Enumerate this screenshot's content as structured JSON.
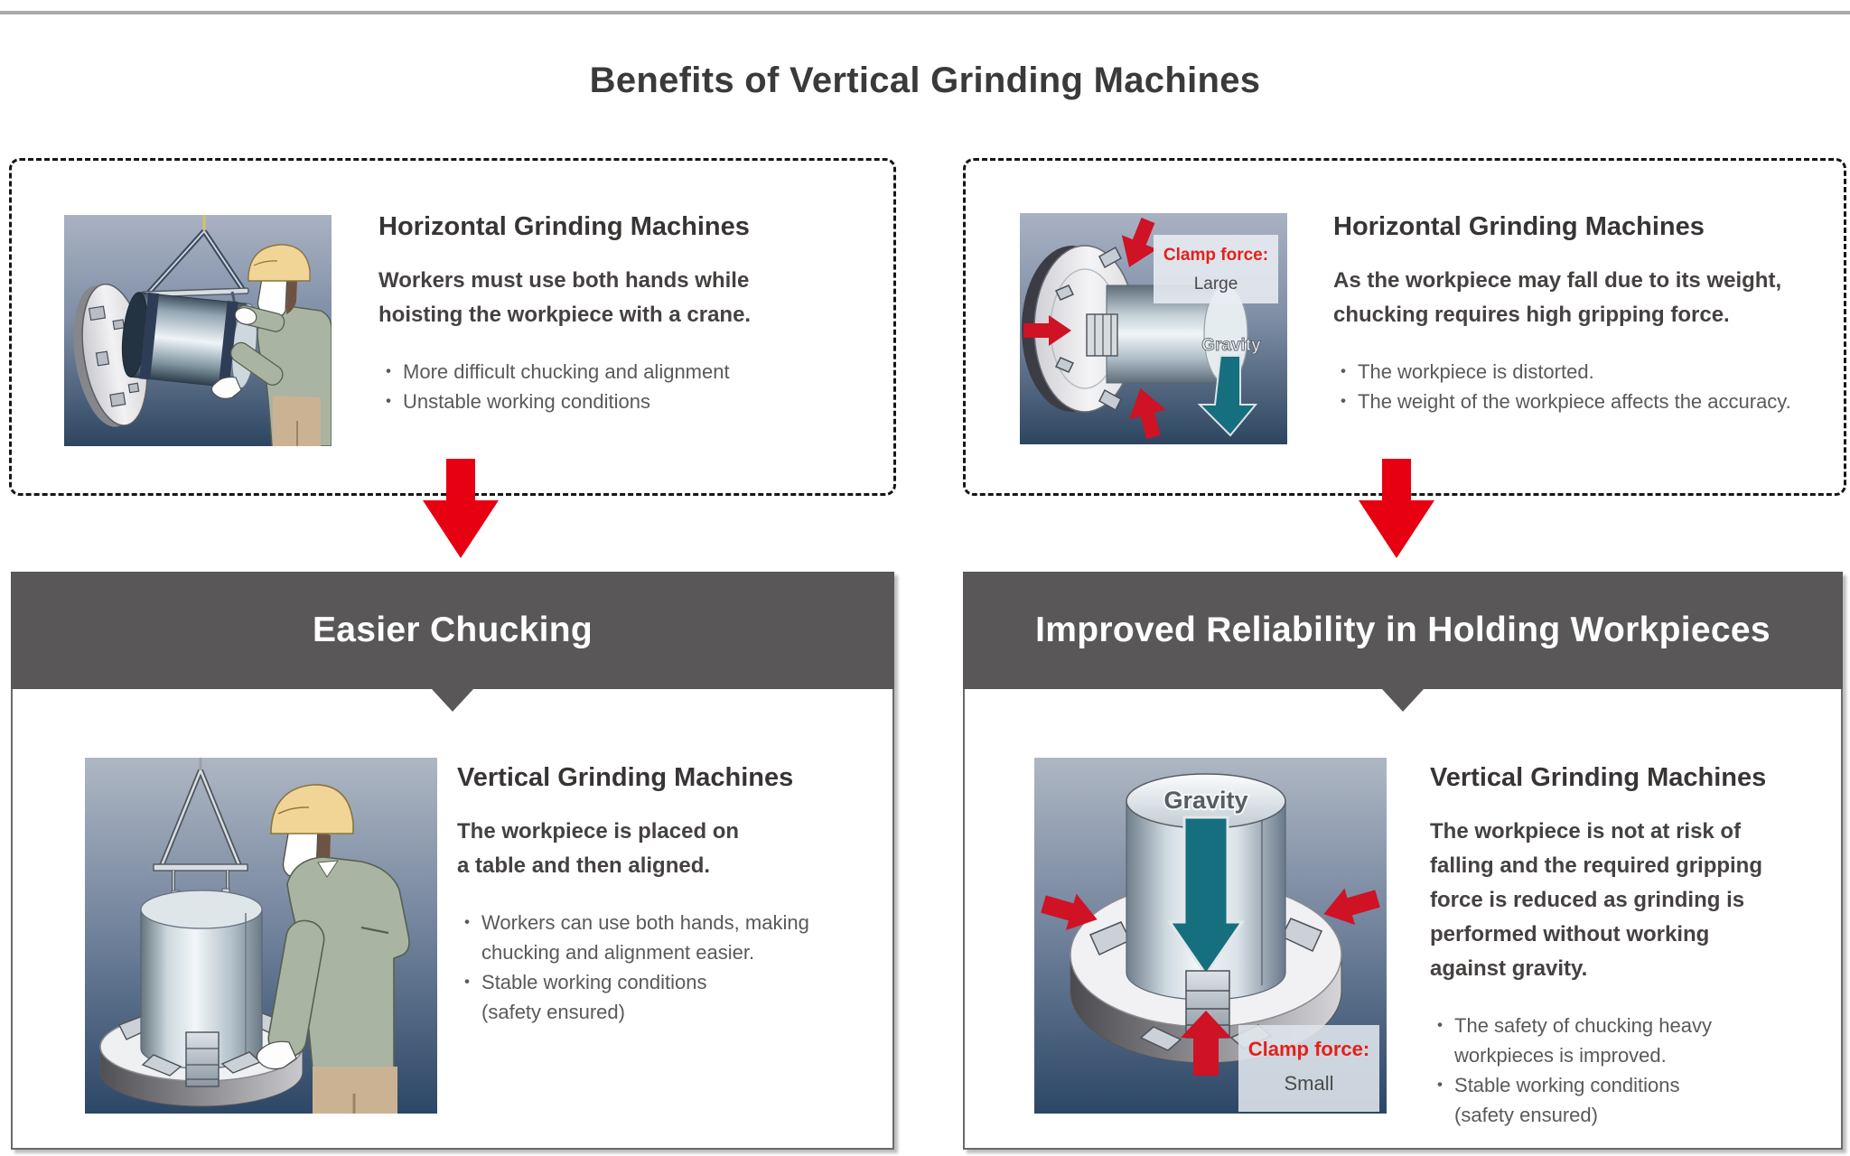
{
  "page": {
    "title": "Benefits of Vertical Grinding Machines",
    "bullet_char": "・"
  },
  "panels": {
    "top_left": {
      "heading": "Horizontal Grinding Machines",
      "lead": "Workers must use both hands while\nhoisting the workpiece with a crane.",
      "bullets": [
        "More difficult chucking and alignment",
        "Unstable working conditions"
      ]
    },
    "top_right": {
      "heading": "Horizontal Grinding Machines",
      "lead": "As the workpiece may fall due to its weight,\nchucking requires high gripping force.",
      "bullets": [
        "The workpiece is distorted.",
        "The weight of the workpiece affects the accuracy."
      ],
      "labels": {
        "clamp": "Clamp force:",
        "clamp_value": "Large",
        "gravity": "Gravity"
      }
    },
    "bottom_left": {
      "banner": "Easier Chucking",
      "heading": "Vertical Grinding Machines",
      "lead": "The workpiece is placed on\na table and then aligned.",
      "bullets": [
        "Workers can use both hands, making\nchucking and alignment easier.",
        "Stable working conditions\n(safety ensured)"
      ]
    },
    "bottom_right": {
      "banner": "Improved Reliability in Holding Workpieces",
      "heading": "Vertical Grinding Machines",
      "lead": "The workpiece is not at risk of\nfalling and the required gripping\nforce is reduced as grinding is\nperformed without working\nagainst gravity.",
      "bullets": [
        "The safety of chucking heavy\nworkpieces is improved.",
        "Stable working conditions\n(safety ensured)"
      ],
      "labels": {
        "clamp": "Clamp force:",
        "clamp_value": "Small",
        "gravity": "Gravity"
      }
    }
  },
  "colors": {
    "flow_arrow_red": "#e60012",
    "illustration_red": "#cf1224",
    "gravity_teal": "#156f7e",
    "banner_gray": "#595757"
  }
}
